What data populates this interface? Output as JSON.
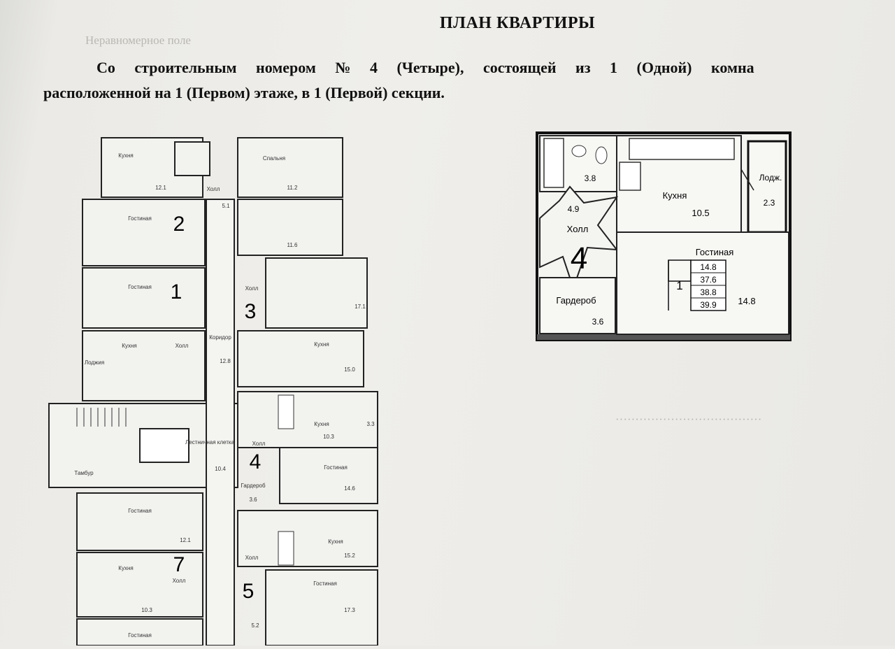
{
  "document": {
    "title": "ПЛАН КВАРТИРЫ",
    "line1": "Со строительным номером № 4 (Четыре), состоящей из 1 (Одной) комна",
    "line2": "расположенной на 1 (Первом) этаже, в 1 (Первой) секции."
  },
  "detail_plan": {
    "apartment_number": "4",
    "rooms": [
      {
        "name": "",
        "area": "3.8"
      },
      {
        "name": "Кухня",
        "area": "10.5"
      },
      {
        "name": "Лодж.",
        "area": "2.3"
      },
      {
        "name": "Холл",
        "area": "4.9"
      },
      {
        "name": "Гостиная",
        "area": "14.8"
      },
      {
        "name": "Гардероб",
        "area": "3.6"
      }
    ],
    "room_count": "1",
    "areas_table": [
      "14.8",
      "37.6",
      "38.8",
      "39.9"
    ]
  },
  "floor_plan": {
    "apartments": [
      "2",
      "1",
      "3",
      "4",
      "7",
      "5"
    ],
    "room_labels": [
      "Кухня",
      "Спальня",
      "Холл",
      "Гостиная",
      "Гостиная",
      "Кухня",
      "Холл",
      "Холл",
      "Кухня",
      "Лоджия",
      "Коридор",
      "Холл",
      "Кухня",
      "Гостиная",
      "Лестничная клетка",
      "Тамбур",
      "Гостиная",
      "Гардероб",
      "Холл",
      "Кухня",
      "Гостиная",
      "Кухня",
      "Гостиная",
      "Холл"
    ],
    "area_labels": [
      "12.1",
      "11.2",
      "5.1",
      "11.6",
      "17.1",
      "15.0",
      "12.8",
      "10.4",
      "10.3",
      "14.6",
      "3.6",
      "12.1",
      "15.2",
      "17.3",
      "10.3",
      "3.3",
      "5.2"
    ]
  }
}
